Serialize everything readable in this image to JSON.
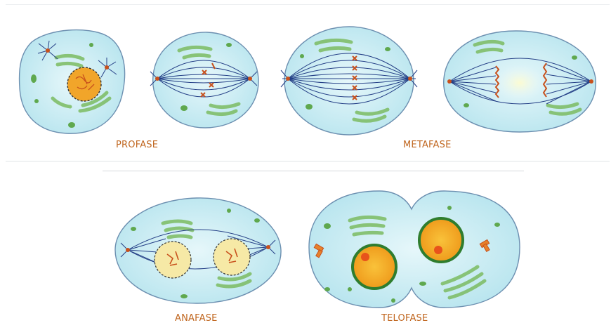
{
  "labels": {
    "profase": "PROFASE",
    "metafase": "METAFASE",
    "anafase": "ANAFASE",
    "telofase": "TELOFASE"
  },
  "colors": {
    "label": "#c0661f",
    "cell_fill": "#bfe8ef",
    "cell_stroke": "#6c8fb0",
    "spindle": "#243f86",
    "chromosome": "#c8501c",
    "organelle": "#7cbc62",
    "nucleus_fill": "#f3a21f",
    "nucleus_ring": "#2f7d2e",
    "nucleolus": "#e8531b"
  }
}
